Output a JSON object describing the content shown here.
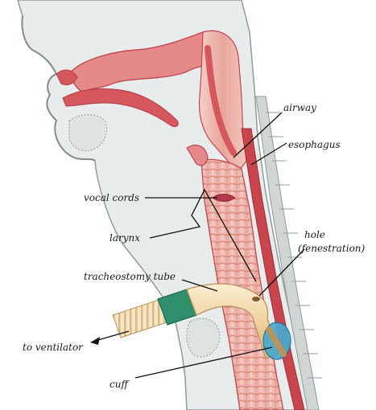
{
  "labels": {
    "airway": "airway",
    "esophagus": "esophagus",
    "vocal_cords": "vocal cords",
    "larynx": "larynx",
    "hole_line1": "hole",
    "hole_line2": "(fenestration)",
    "tracheostomy_tube": "tracheostomy tube",
    "to_ventilator": "to ventilator",
    "cuff": "cuff"
  },
  "colors": {
    "tissue": "#e9ecec",
    "outline": "#8e9c9c",
    "airway_red": "#d4585c",
    "airway_pink": "#ecb3ac",
    "cartilage": "#ccd3d0",
    "tube_cream": "#f4ddb5",
    "tube_outline": "#b8945e",
    "connector_green": "#2f8e6c",
    "cuff_blue": "#4aa9cf",
    "label_text": "#1a1a1a"
  }
}
